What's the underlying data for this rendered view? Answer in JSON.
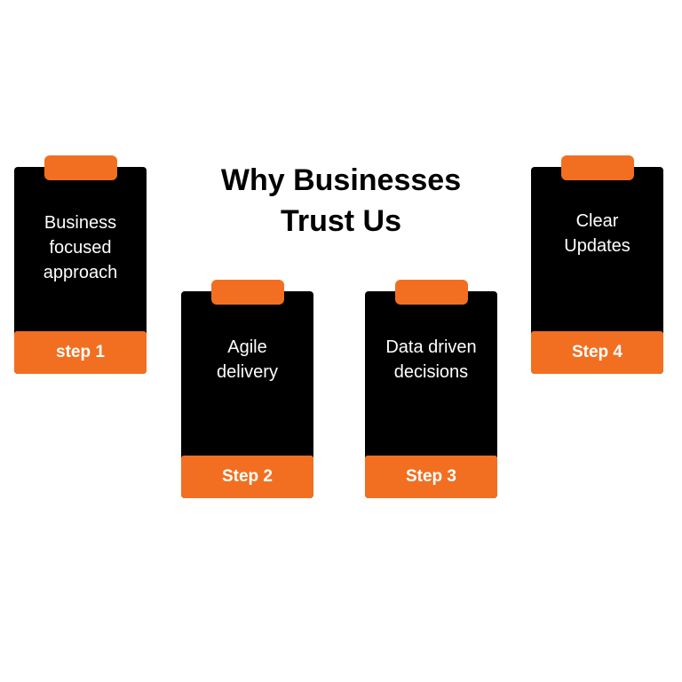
{
  "title": "Why Businesses\nTrust Us",
  "colors": {
    "accent": "#F26F21",
    "card": "#000000",
    "text_on_card": "#FFFFFF"
  },
  "cards": [
    {
      "text": "Business\nfocused\napproach",
      "label": "step 1"
    },
    {
      "text": "Agile\ndelivery",
      "label": "Step 2"
    },
    {
      "text": "Data driven\ndecisions",
      "label": "Step 3"
    },
    {
      "text": "Clear\nUpdates",
      "label": "Step 4"
    }
  ]
}
